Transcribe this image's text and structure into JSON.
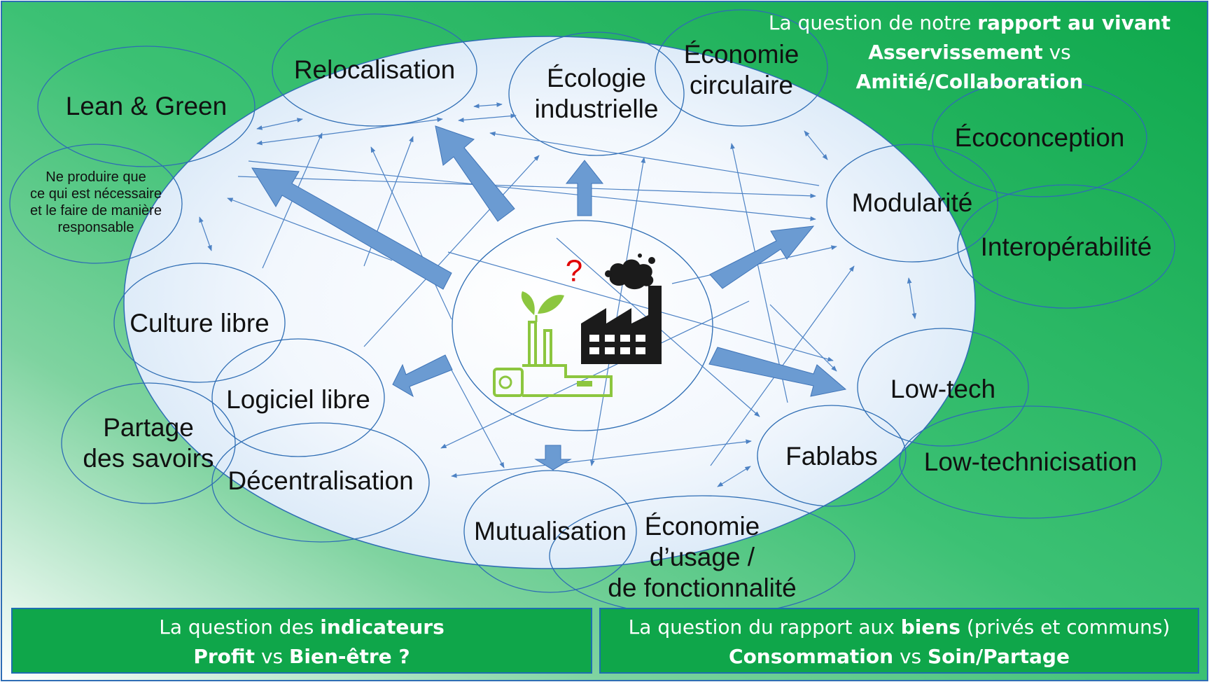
{
  "colors": {
    "green": "#0fa64a",
    "light_green": "#e9f6ee",
    "blue_line": "#2e6db4",
    "arrow_fill": "#6b9bd2",
    "question_mark": "#e00000"
  },
  "icons": [
    "factory-icon",
    "green-plant-icon",
    "question-mark-icon"
  ],
  "question_mark": "?",
  "top_question": {
    "line1_a": "La question de notre ",
    "line1_b": "rapport au vivant",
    "line2_a": "Asservissement",
    "line2_b": " vs",
    "line3": "Amitié/Collaboration"
  },
  "bottom_left": {
    "line1_a": "La question des ",
    "line1_b": "indicateurs",
    "line2_a": "Profit",
    "line2_b": " vs ",
    "line2_c": "Bien-être ?"
  },
  "bottom_right": {
    "line1_a": "La question du rapport aux ",
    "line1_b": "biens",
    "line1_c": " (privés et communs)",
    "line2_a": "Consommation",
    "line2_b": " vs ",
    "line2_c": "Soin/Partage"
  },
  "concepts": {
    "lean_green": "Lean & Green",
    "relocalisation": "Relocalisation",
    "ecologie_1": "Écologie",
    "ecologie_2": "industrielle",
    "eco_circ_1": "Économie",
    "eco_circ_2": "circulaire",
    "ecoconception": "Écoconception",
    "modularite": "Modularité",
    "interop": "Interopérabilité",
    "ne_produire_1": "Ne produire que",
    "ne_produire_2": "ce qui est nécessaire",
    "ne_produire_3": "et le faire de manière",
    "ne_produire_4": "responsable",
    "culture_libre": "Culture libre",
    "logiciel_libre": "Logiciel libre",
    "partage_1": "Partage",
    "partage_2": "des savoirs",
    "decentralisation": "Décentralisation",
    "mutualisation": "Mutualisation",
    "eco_usage_1": "Économie",
    "eco_usage_2": "d’usage /",
    "eco_usage_3": "de fonctionnalité",
    "fablabs": "Fablabs",
    "low_tech": "Low-tech",
    "low_technicisation": "Low-technicisation"
  }
}
